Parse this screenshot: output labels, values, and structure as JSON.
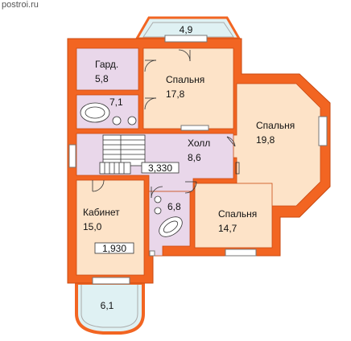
{
  "site": "postroi.ru",
  "rooms": {
    "balcony_top": {
      "area": "4,9"
    },
    "wardrobe": {
      "name": "Гард.",
      "area": "5,8"
    },
    "bath_top": {
      "area": "7,1"
    },
    "bedroom_top": {
      "name": "Спальня",
      "area": "17,8"
    },
    "bedroom_right": {
      "name": "Спальня",
      "area": "19,8"
    },
    "hall": {
      "name": "Холл",
      "area": "8,6"
    },
    "bath_mid": {
      "area": "6,8"
    },
    "bedroom_bottom": {
      "name": "Спальня",
      "area": "14,7"
    },
    "study": {
      "name": "Кабинет",
      "area": "15,0"
    },
    "balcony_bottom": {
      "area": "6,1"
    }
  },
  "marks": {
    "hall_level": "3,330",
    "study_level": "1,930"
  },
  "colors": {
    "wall": "#f26522",
    "wall_outline": "#d24a10",
    "room_peach": "#fde3c8",
    "room_lilac": "#e9d7ea",
    "balcony": "#dff1f3",
    "window": "#ffffff"
  }
}
